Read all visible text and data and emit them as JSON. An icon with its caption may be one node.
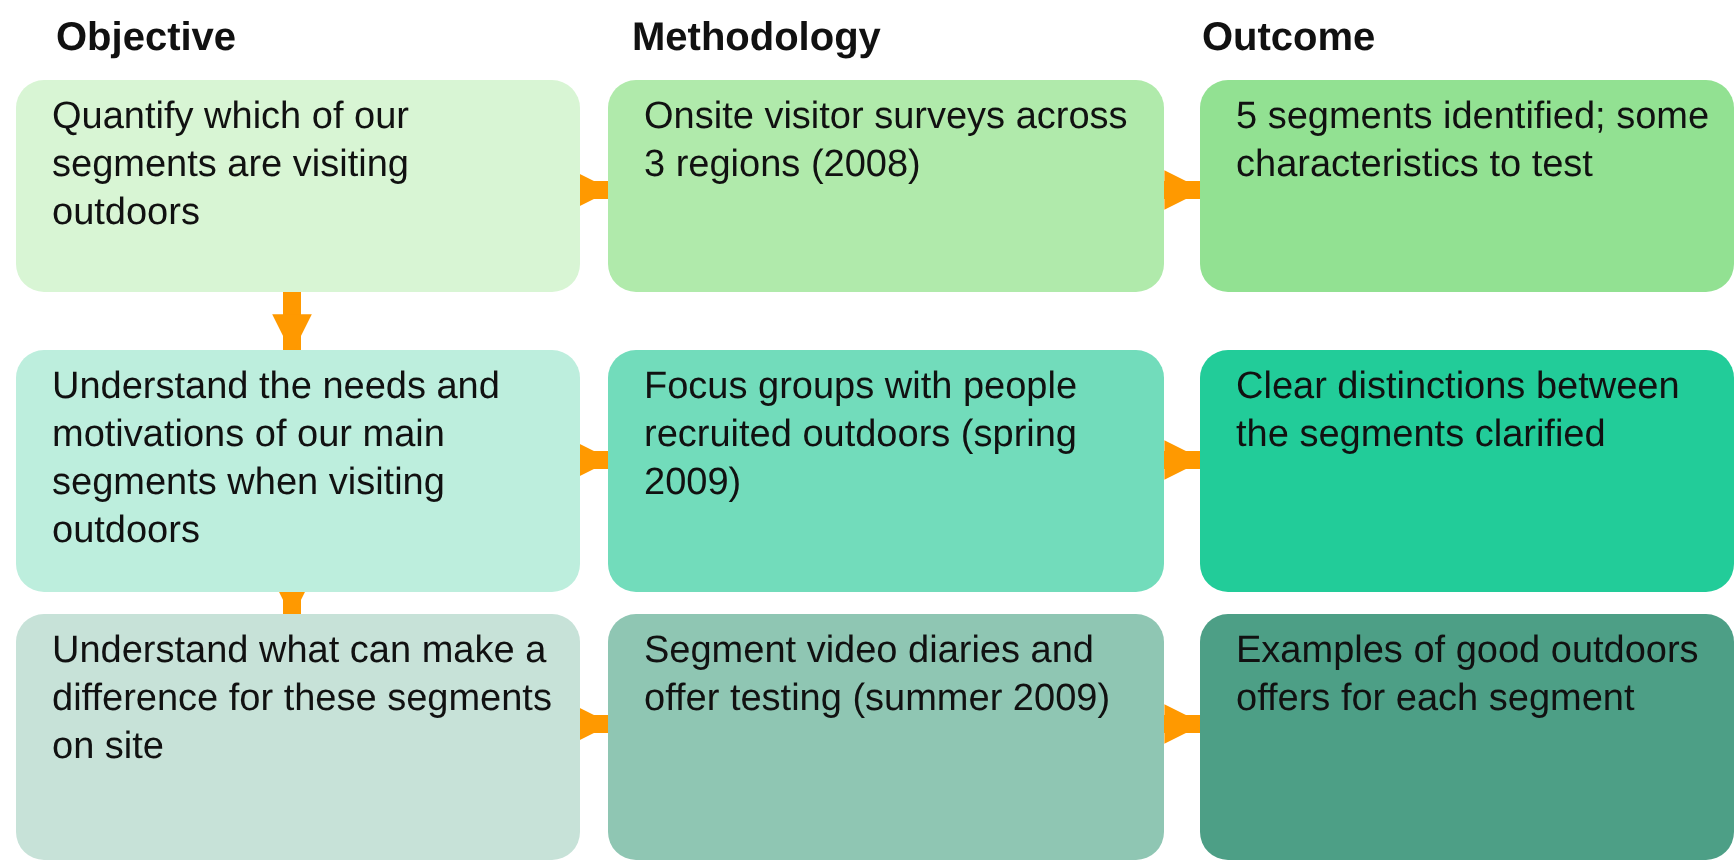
{
  "diagram": {
    "nodes": [
      {
        "text": [
          "Quantify which of our segments are visiting outdoors"
        ]
      },
      {
        "text": [
          "Onsite visitor surveys across 3 regions (2008)"
        ]
      },
      {
        "text": [
          "5 segments identified; some characteristics to test"
        ]
      },
      {
        "text": [
          "Understand the needs and motivations of our main segments when visiting outdoors"
        ]
      },
      {
        "text": [
          "Focus groups with people recruited outdoors (spring 2009)"
        ]
      },
      {
        "text": [
          "Clear distinctions between the segments clarified"
        ]
      },
      {
        "text": [
          "Understand what can make a difference for these segments on site"
        ]
      },
      {
        "text": [
          "Segment video diaries and offer testing (summer 2009)"
        ]
      },
      {
        "text": [
          "Examples of good outdoors offers for each segment"
        ]
      }
    ],
    "edges": [
      {
        "from": 0,
        "to": 1,
        "arrow": "to"
      },
      {
        "from": 1,
        "to": 2,
        "arrow": "to"
      },
      {
        "from": 0,
        "to": 3,
        "arrow": "to"
      },
      {
        "from": 3,
        "to": 4,
        "arrow": "to"
      },
      {
        "from": 4,
        "to": 5,
        "arrow": "to"
      },
      {
        "from": 3,
        "to": 6,
        "arrow": "to"
      },
      {
        "from": 6,
        "to": 7,
        "arrow": "to"
      },
      {
        "from": 7,
        "to": 8,
        "arrow": "to"
      }
    ],
    "labels": [
      "Objective",
      "Methodology",
      "Outcome"
    ]
  }
}
